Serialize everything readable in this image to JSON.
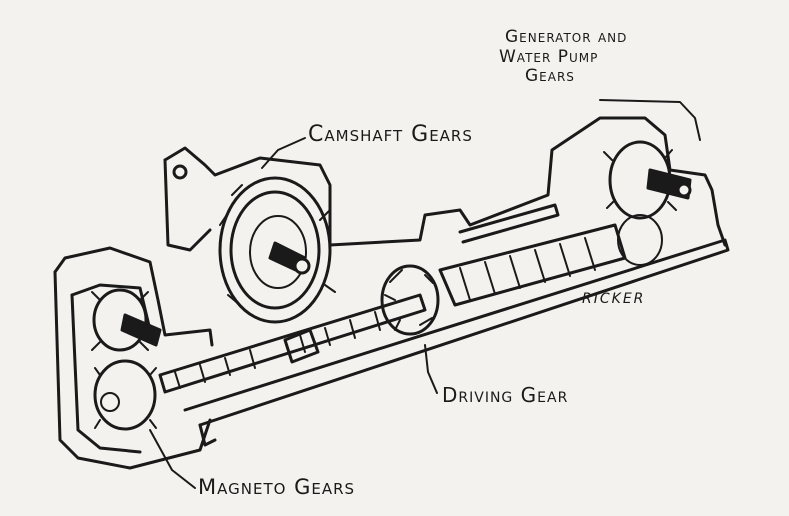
{
  "labels": {
    "generator_line1": "Generator and",
    "generator_line2": "Water Pump",
    "generator_line3": "Gears",
    "camshaft": "Camshaft Gears",
    "driving": "Driving Gear",
    "magneto": "Magneto Gears",
    "signature": "RICKER"
  },
  "colors": {
    "ink": "#1a1a1a",
    "paper": "#f3f2ee"
  }
}
